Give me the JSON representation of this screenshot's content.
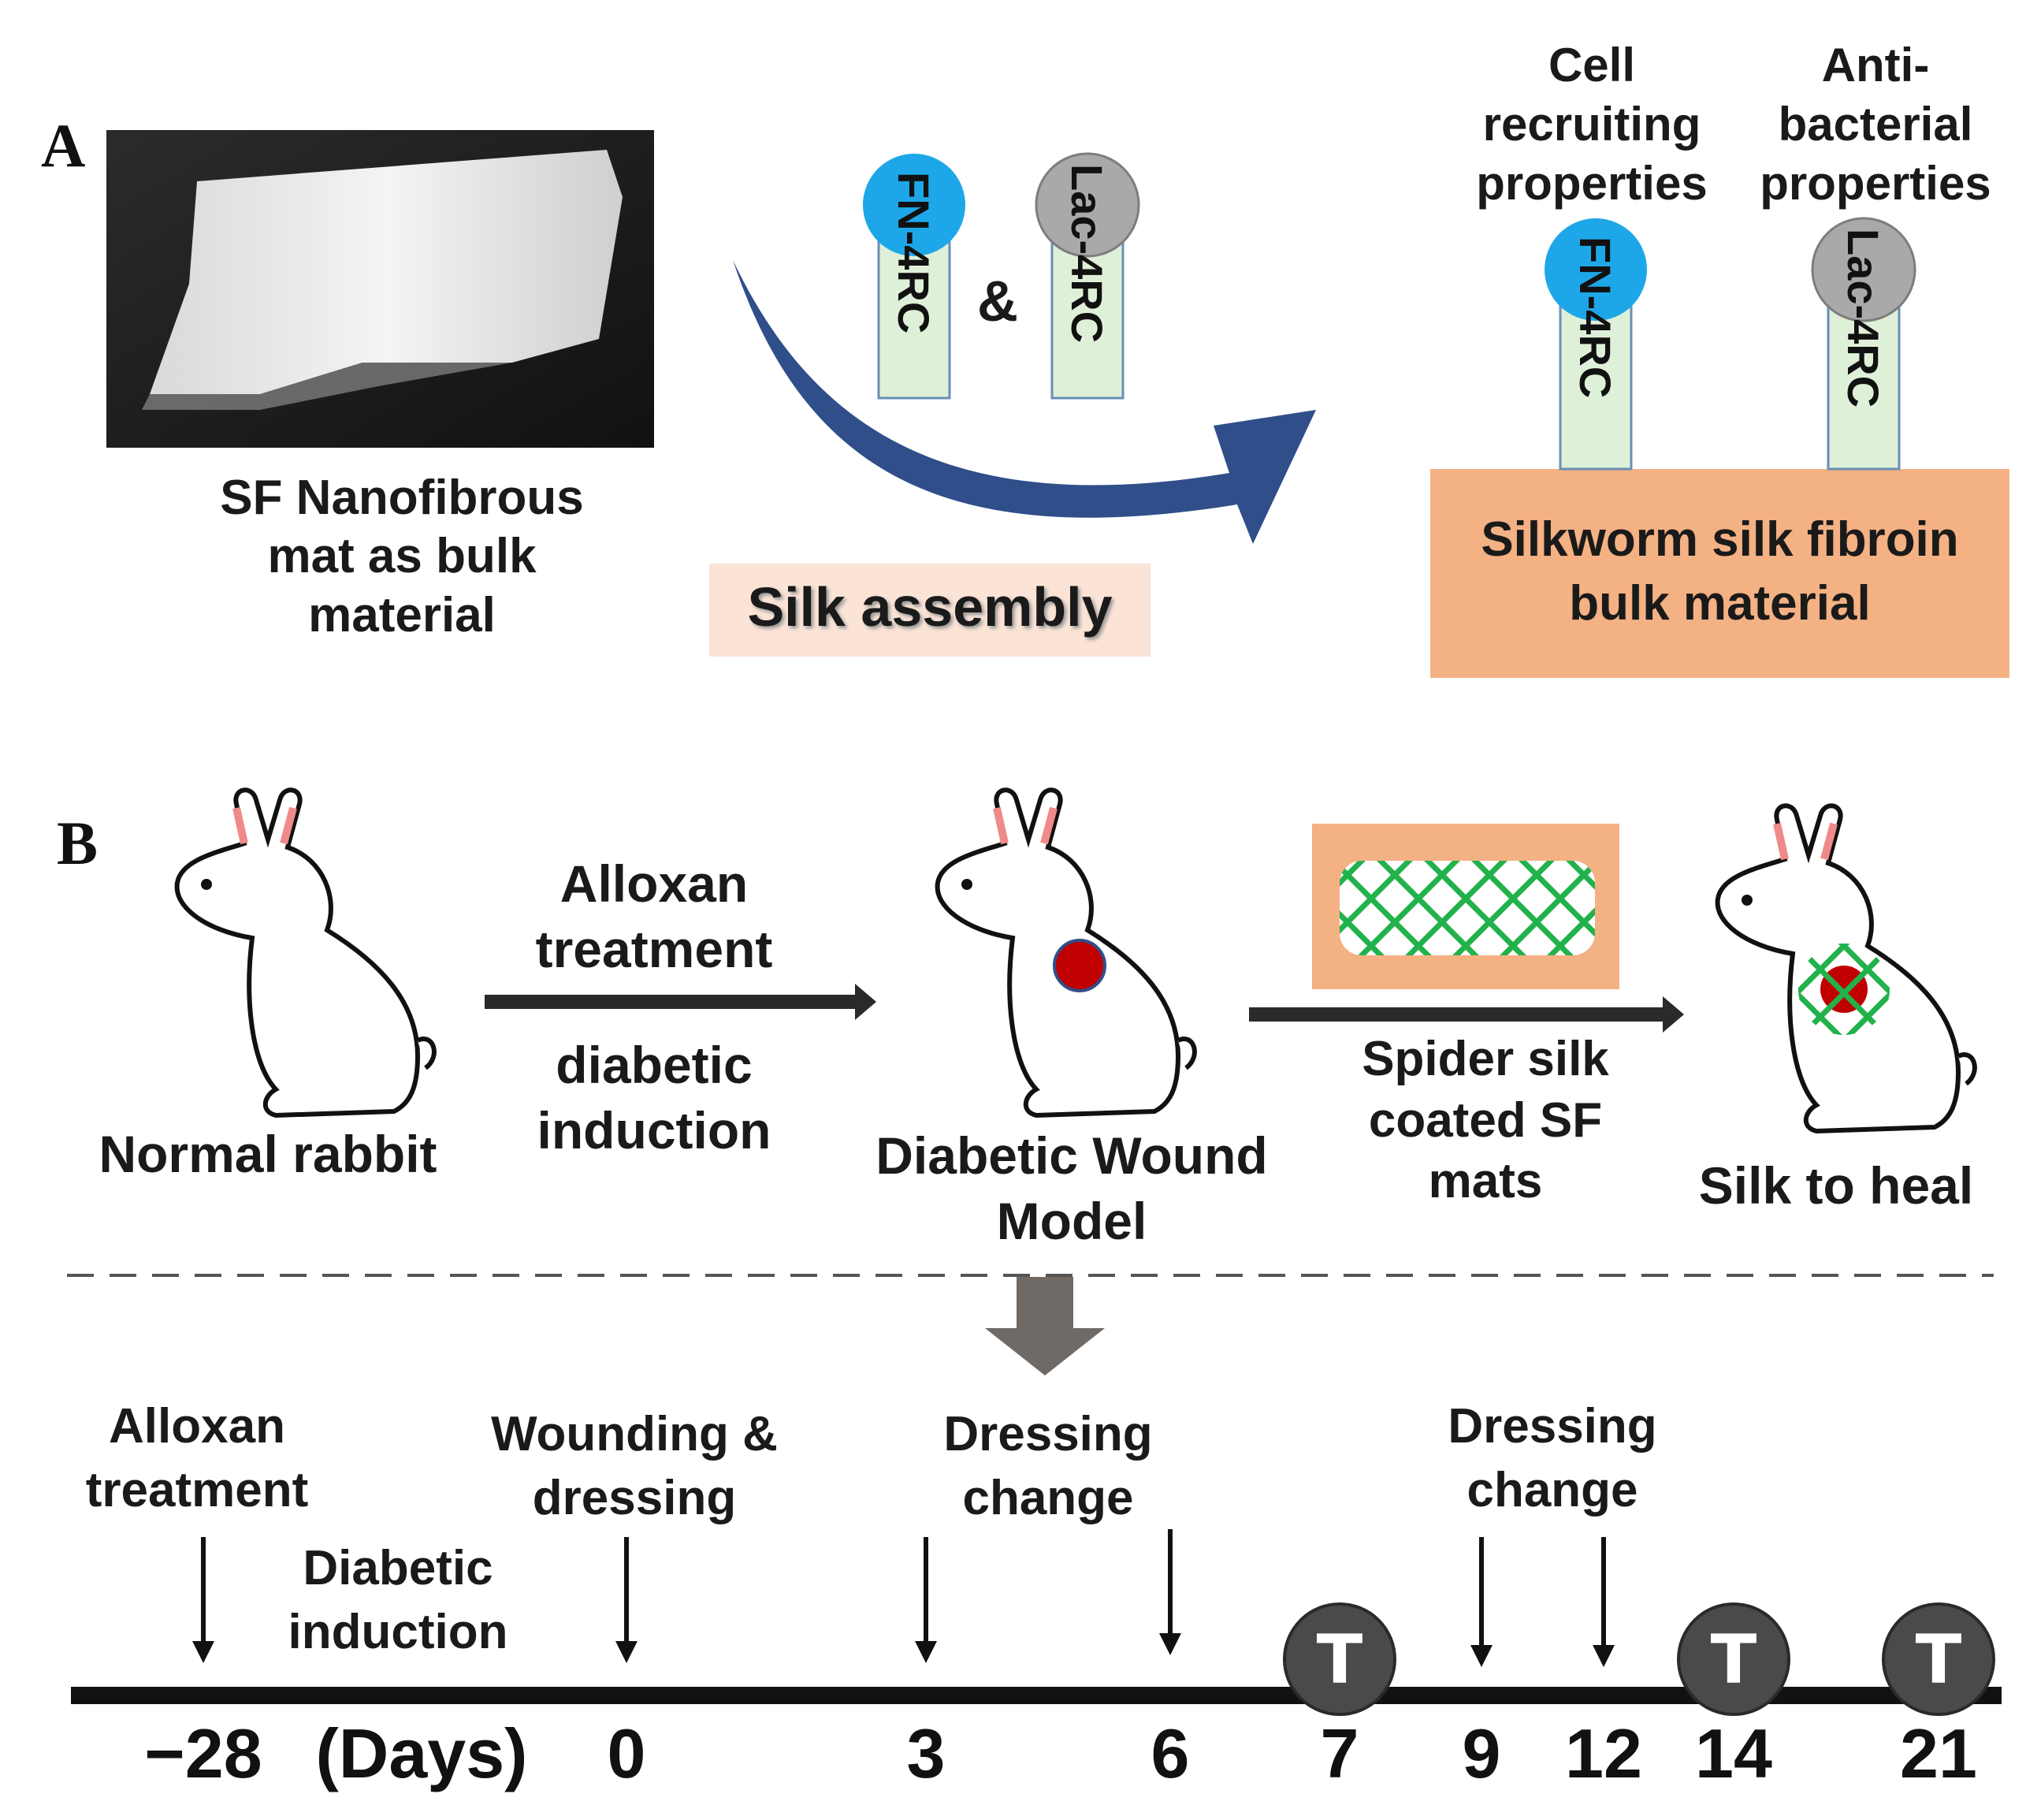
{
  "panel_a": {
    "letter": "A",
    "photo_caption": "SF Nanofibrous\nmat as bulk\nmaterial",
    "assembly_label": "Silk assembly",
    "peptide_fn": "FN-4RC",
    "peptide_lac": "Lac-4RC",
    "ampersand": "&",
    "property_fn": "Cell\nrecruiting\nproperties",
    "property_lac": "Anti-\nbacterial\nproperties",
    "bulk_label": "Silkworm silk fibroin\nbulk material",
    "colors": {
      "fn": "#1ea7e8",
      "lac": "#a9a9a9",
      "stem": "#dff0d8",
      "bulk": "#f4b183",
      "arrow": "#2f4e8a"
    }
  },
  "panel_b": {
    "letter": "B",
    "normal_label": "Normal rabbit",
    "treatment_top": "Alloxan\ntreatment",
    "treatment_bottom": "diabetic\ninduction",
    "wound_label": "Diabetic Wound\nModel",
    "coating_label": "Spider silk\ncoated SF\nmats",
    "heal_label": "Silk to heal",
    "colors": {
      "wound": "#c00000",
      "mesh": "#22b24c",
      "pad": "#f4b183",
      "ear": "#f08a8a"
    }
  },
  "timeline": {
    "events": {
      "alloxan": "Alloxan\ntreatment",
      "induction": "Diabetic\ninduction",
      "wounding": "Wounding &\ndressing",
      "dressing1": "Dressing\nchange",
      "dressing2": "Dressing\nchange"
    },
    "days_label": "(Days)",
    "ticks": [
      "−28",
      "0",
      "3",
      "6",
      "7",
      "9",
      "12",
      "14",
      "21"
    ],
    "badge": "T"
  }
}
